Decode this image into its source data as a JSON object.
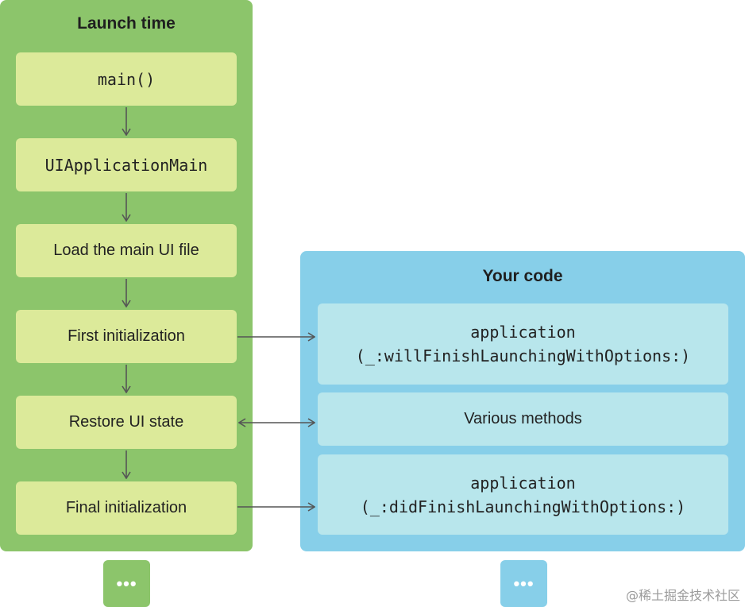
{
  "launch": {
    "title": "Launch time",
    "steps": [
      "main()",
      "UIApplicationMain",
      "Load the main UI file",
      "First initialization",
      "Restore UI state",
      "Final initialization"
    ],
    "more_label": "•••"
  },
  "your_code": {
    "title": "Your code",
    "will_finish_line1": "application",
    "will_finish_line2": "(_:willFinishLaunchingWithOptions:)",
    "various": "Various methods",
    "did_finish_line1": "application",
    "did_finish_line2": "(_:didFinishLaunchingWithOptions:)",
    "more_label": "•••"
  },
  "watermark": "@稀土掘金技术社区",
  "colors": {
    "launch_panel": "#8cc56b",
    "launch_step": "#dcea9a",
    "code_panel": "#87cfe9",
    "code_box": "#b8e6ec",
    "arrow": "#555555"
  },
  "icons": [
    "arrow-down-icon",
    "arrow-right-icon",
    "double-arrow-icon",
    "ellipsis-icon"
  ]
}
